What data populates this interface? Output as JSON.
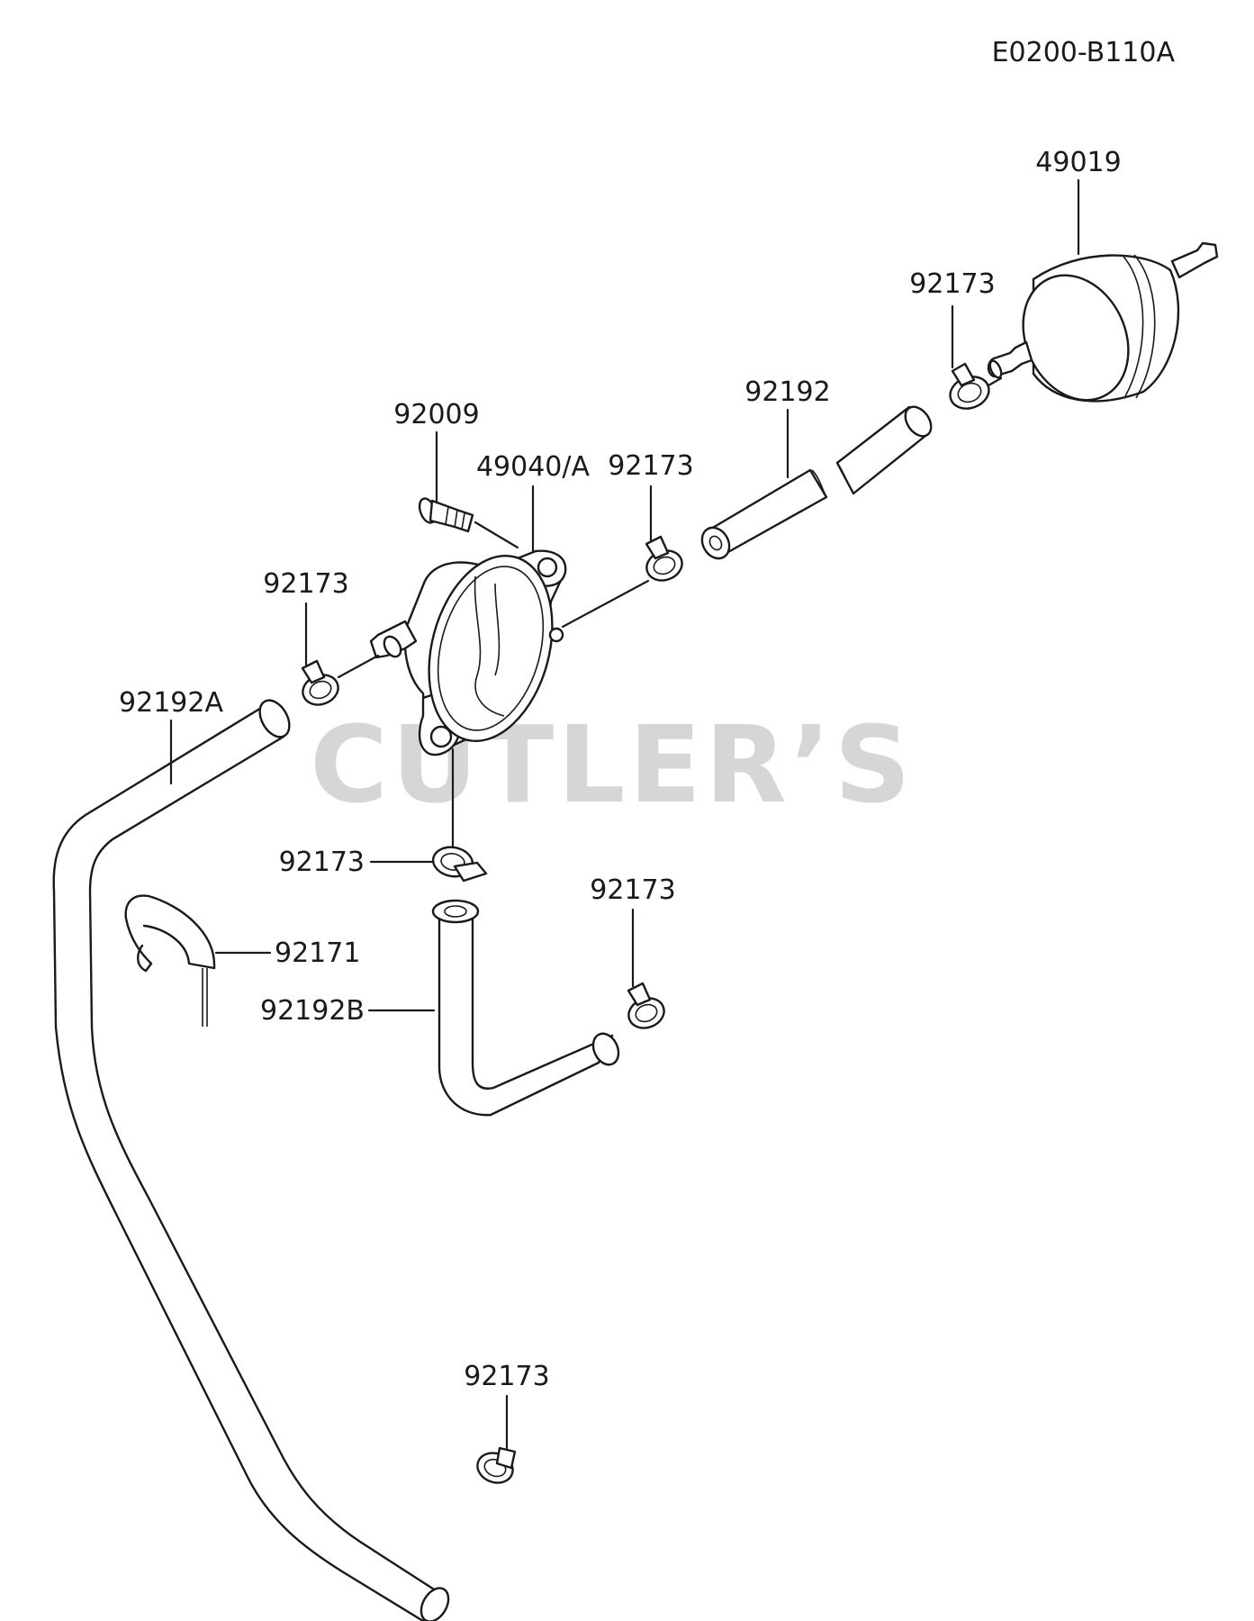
{
  "diagram_code": "E0200-B110A",
  "watermark": "CUTLER’S",
  "parts": [
    {
      "id": "p-49019",
      "number": "49019",
      "name": "fuel-filter"
    },
    {
      "id": "p-92173-a",
      "number": "92173",
      "name": "clamp"
    },
    {
      "id": "p-92192",
      "number": "92192",
      "name": "fuel-hose"
    },
    {
      "id": "p-92009",
      "number": "92009",
      "name": "screw"
    },
    {
      "id": "p-49040",
      "number": "49040/A",
      "name": "fuel-pump"
    },
    {
      "id": "p-92173-b",
      "number": "92173",
      "name": "clamp"
    },
    {
      "id": "p-92173-c",
      "number": "92173",
      "name": "clamp"
    },
    {
      "id": "p-92192a",
      "number": "92192A",
      "name": "fuel-hose"
    },
    {
      "id": "p-92173-d",
      "number": "92173",
      "name": "clamp"
    },
    {
      "id": "p-92173-e",
      "number": "92173",
      "name": "clamp"
    },
    {
      "id": "p-92171",
      "number": "92171",
      "name": "hose-clip"
    },
    {
      "id": "p-92192b",
      "number": "92192B",
      "name": "fuel-hose"
    },
    {
      "id": "p-92173-f",
      "number": "92173",
      "name": "clamp"
    }
  ]
}
